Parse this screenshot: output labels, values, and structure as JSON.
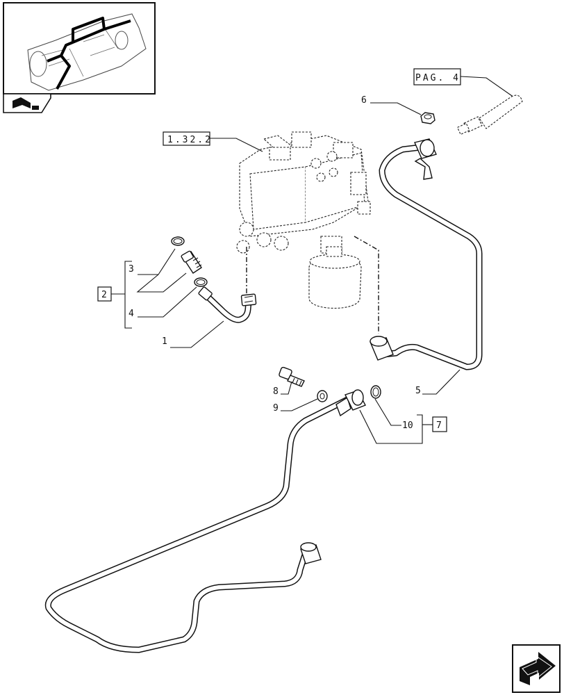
{
  "callouts": {
    "c1": "1",
    "c2": "2",
    "c3": "3",
    "c4": "4",
    "c5": "5",
    "c6": "6",
    "c7": "7",
    "c8": "8",
    "c9": "9",
    "c10": "10"
  },
  "references": {
    "valve_ref": "1.32.2",
    "page_ref": "PAG. 4"
  },
  "icons": {
    "thumbnail": "tractor-transmission-thumbnail-icon",
    "book": "manual-book-icon",
    "next": "next-page-arrow-icon"
  }
}
